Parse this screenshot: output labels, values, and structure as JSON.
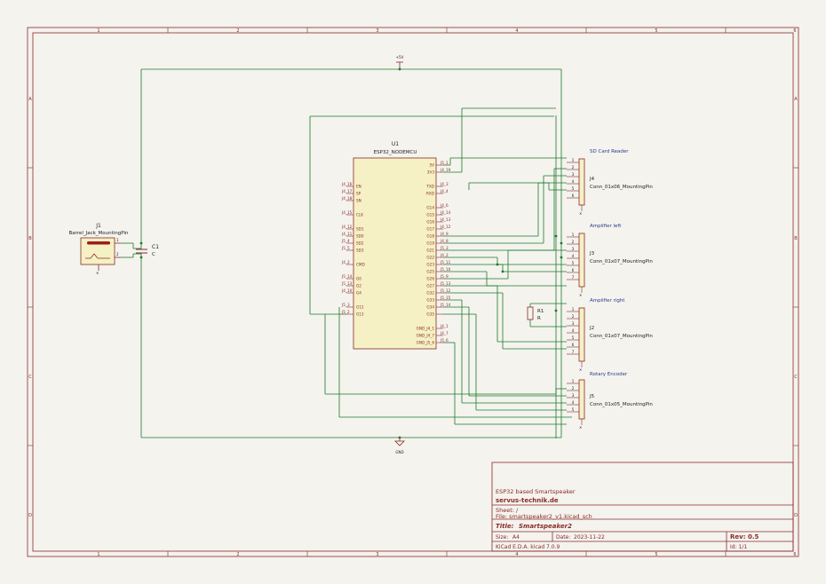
{
  "frame": {
    "columns": [
      "1",
      "2",
      "3",
      "4",
      "5",
      "6"
    ],
    "rows": [
      "A",
      "B",
      "C",
      "D"
    ]
  },
  "power": {
    "vcc": "+5V",
    "gnd": "GND"
  },
  "u1": {
    "ref": "U1",
    "value": "ESP32_NODEMCU",
    "left_pins": [
      "EN",
      "SP",
      "SN",
      "CLK",
      "SD1",
      "SD0",
      "SD2",
      "SD3",
      "CMD",
      "G0",
      "G2",
      "G4",
      "G12",
      "G13"
    ],
    "right_pins": [
      "5V",
      "3V3",
      "TXD",
      "RXD",
      "G14",
      "G15",
      "G16",
      "G17",
      "G18",
      "G19",
      "G21",
      "G22",
      "G23",
      "G25",
      "G26",
      "G27",
      "G32",
      "G33",
      "G34",
      "G35"
    ],
    "bottom_pins": [
      "GND_J4_1",
      "GND_J4_7",
      "GND_J5_6"
    ],
    "left_nets": [
      "J4_16",
      "J4_17",
      "J4_18",
      "J4_15",
      "J4_12",
      "J4_11",
      "J5_4",
      "J5_5",
      "J4_2",
      "J5_14",
      "J5_13",
      "J4_10",
      "J5_3",
      "J5_2"
    ],
    "right_nets": [
      "J5_1",
      "J4_19",
      "J4_3",
      "J4_4",
      "J4_6",
      "J4_14",
      "J4_13",
      "J4_12",
      "J4_9",
      "J4_8",
      "J5_3",
      "J4_2",
      "J5_11",
      "J5_10",
      "J5_9",
      "J5_13",
      "J5_12",
      "J5_15",
      "J5_14"
    ],
    "bottom_nets": [
      "J4_1",
      "J4_7",
      "J5_6"
    ]
  },
  "j1": {
    "ref": "J1",
    "value": "Barrel_Jack_MountingPin",
    "pins": [
      "1",
      "2"
    ]
  },
  "c1": {
    "ref": "C1",
    "value": "C"
  },
  "r1": {
    "ref": "R1",
    "value": "R"
  },
  "connectors": [
    {
      "title": "SD Card Reader",
      "ref": "J4",
      "value": "Conn_01x06_MountingPin",
      "pins": [
        "1",
        "2",
        "3",
        "4",
        "5",
        "6"
      ]
    },
    {
      "title": "Amplifier left",
      "ref": "J3",
      "value": "Conn_01x07_MountingPin",
      "pins": [
        "1",
        "2",
        "3",
        "4",
        "5",
        "6",
        "7"
      ]
    },
    {
      "title": "Amplifier right",
      "ref": "J2",
      "value": "Conn_01x07_MountingPin",
      "pins": [
        "1",
        "2",
        "3",
        "4",
        "5",
        "6",
        "7"
      ]
    },
    {
      "title": "Rotary Encoder",
      "ref": "J5",
      "value": "Conn_01x05_MountingPin",
      "pins": [
        "1",
        "2",
        "3",
        "4",
        "5"
      ]
    }
  ],
  "title_block": {
    "description": "ESP32 based Smartspeaker",
    "company": "servus-technik.de",
    "sheet": "Sheet: /",
    "file": "File: smartspeaker2_v1.kicad_sch",
    "title_label": "Title:",
    "title": "Smartspeaker2",
    "size_label": "Size:",
    "size": "A4",
    "date_label": "Date:",
    "date": "2023-11-22",
    "rev_label": "Rev:",
    "rev": "0.5",
    "tool": "KiCad E.D.A.  kicad 7.0.9",
    "id": "Id: 1/1"
  },
  "colors": {
    "border": "#8a2a2a",
    "wire": "#1b7a2a",
    "body": "#f5f1c4",
    "component": "#8a2a2a",
    "label": "#2a3a8a"
  }
}
